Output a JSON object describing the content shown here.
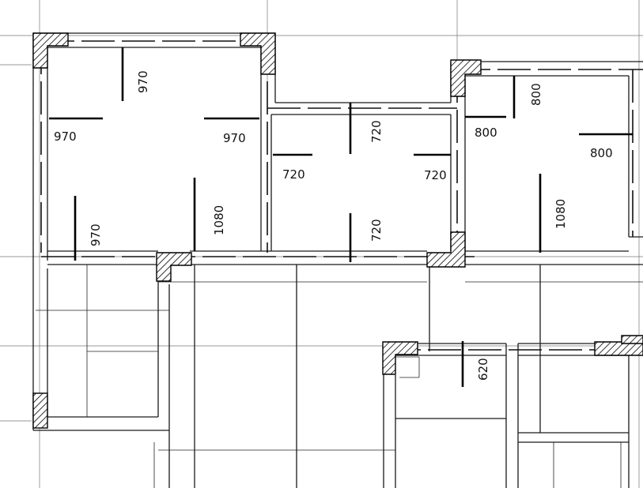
{
  "plan": {
    "dimension_labels": {
      "room1_top": "970",
      "room1_left": "970",
      "room1_right": "970",
      "room1_bottom": "970",
      "room1_span": "1080",
      "room2_top": "720",
      "room2_left": "720",
      "room2_right": "720",
      "room2_bottom": "720",
      "room3_top": "800",
      "room3_left": "800",
      "room3_right": "800",
      "room3_span": "1080",
      "stair_width": "620"
    }
  }
}
